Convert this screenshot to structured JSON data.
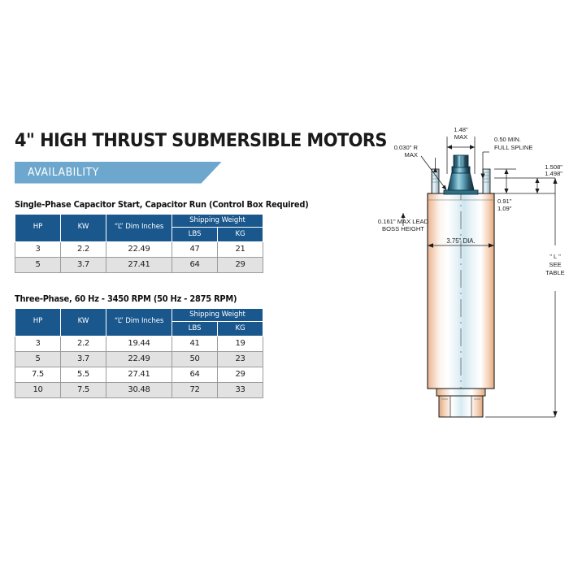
{
  "header": {
    "title": "4\" HIGH THRUST SUBMERSIBLE MOTORS",
    "banner_label": "AVAILABILITY",
    "banner_color": "#6ea7cd",
    "title_color": "#1a1a1a"
  },
  "tables": [
    {
      "caption": "Single-Phase Capacitor Start, Capacitor Run (Control Box Required)",
      "columns": {
        "hp": "HP",
        "kw": "KW",
        "ldim": "“L” Dim Inches",
        "group": "Shipping Weight",
        "lbs": "LBS",
        "kg": "KG"
      },
      "rows": [
        {
          "hp": "3",
          "kw": "2.2",
          "ldim": "22.49",
          "lbs": "47",
          "kg": "21"
        },
        {
          "hp": "5",
          "kw": "3.7",
          "ldim": "27.41",
          "lbs": "64",
          "kg": "29"
        }
      ]
    },
    {
      "caption": "Three-Phase, 60 Hz - 3450 RPM (50 Hz - 2875 RPM)",
      "columns": {
        "hp": "HP",
        "kw": "KW",
        "ldim": "“L” Dim Inches",
        "group": "Shipping Weight",
        "lbs": "LBS",
        "kg": "KG"
      },
      "rows": [
        {
          "hp": "3",
          "kw": "2.2",
          "ldim": "19.44",
          "lbs": "41",
          "kg": "19"
        },
        {
          "hp": "5",
          "kw": "3.7",
          "ldim": "22.49",
          "lbs": "50",
          "kg": "23"
        },
        {
          "hp": "7.5",
          "kw": "5.5",
          "ldim": "27.41",
          "lbs": "64",
          "kg": "29"
        },
        {
          "hp": "10",
          "kw": "7.5",
          "ldim": "30.48",
          "lbs": "72",
          "kg": "33"
        }
      ]
    }
  ],
  "drawing": {
    "annotations": {
      "shaft_width": "1.48\"",
      "shaft_width_qualifier": "MAX",
      "spline": "0.50 MIN.",
      "spline_2": "FULL SPLINE",
      "radius": "0.030\" R",
      "radius_qualifier": "MAX",
      "shaft_dia_hi": "1.508\"",
      "shaft_dia_lo": "1.498\"",
      "boss_hi": "0.91\"",
      "boss_lo": "1.09\"",
      "lead_boss_1": "0.161\" MAX LEAD",
      "lead_boss_2": "BOSS HEIGHT",
      "body_dia": "3.75\" DIA.",
      "length_1": "\" L \"",
      "length_2": "SEE",
      "length_3": "TABLE"
    },
    "colors": {
      "body_edge": "#f0c3a4",
      "body_mid": "#ffffff",
      "body_center": "#d6ecf2",
      "shaft": "#2b6b86",
      "outline": "#1a1a1a"
    }
  }
}
